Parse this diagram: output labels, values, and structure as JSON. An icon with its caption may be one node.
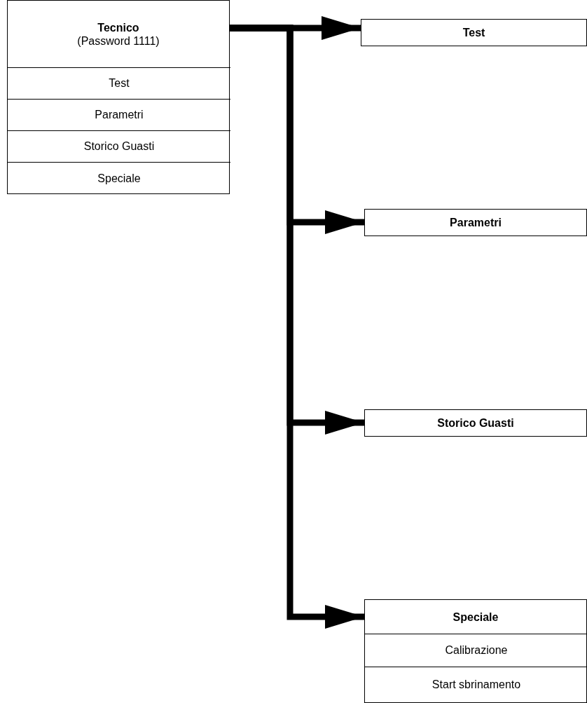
{
  "diagram": {
    "nodes": [
      {
        "text": [
          "Tecnico",
          "(Password 1111)"
        ]
      },
      {
        "text": [
          "Test"
        ],
        "in": 0
      },
      {
        "text": [
          "Parametri"
        ],
        "in": 0
      },
      {
        "text": [
          "Storico Guasti"
        ],
        "in": 0
      },
      {
        "text": [
          "Speciale"
        ],
        "in": 0
      },
      {
        "text": [
          "Test"
        ]
      },
      {
        "text": [
          "Parametri"
        ]
      },
      {
        "text": [
          "Storico Guasti"
        ]
      },
      {
        "text": [
          "Speciale"
        ]
      },
      {
        "text": [
          "Calibrazione"
        ],
        "in": 8
      },
      {
        "text": [
          "Start sbrinamento"
        ],
        "in": 8
      }
    ],
    "edges": [
      {
        "from": 0,
        "to": 5,
        "arrow": "to"
      },
      {
        "from": 0,
        "to": 6,
        "arrow": "to"
      },
      {
        "from": 0,
        "to": 7,
        "arrow": "to"
      },
      {
        "from": 0,
        "to": 8,
        "arrow": "to"
      }
    ]
  }
}
